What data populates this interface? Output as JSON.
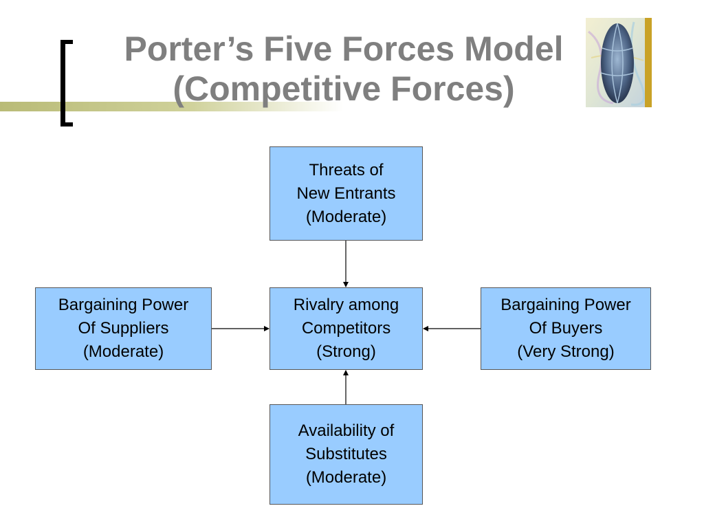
{
  "slide": {
    "title_line1": "Porter’s Five Forces Model",
    "title_line2": "(Competitive Forces)"
  },
  "diagram": {
    "top": {
      "line1": "Threats of",
      "line2": "New Entrants",
      "line3": "(Moderate)"
    },
    "center": {
      "line1": "Rivalry among",
      "line2": "Competitors",
      "line3": "(Strong)"
    },
    "left": {
      "line1": "Bargaining Power",
      "line2": "Of Suppliers",
      "line3": "(Moderate)"
    },
    "right": {
      "line1": "Bargaining Power",
      "line2": "Of Buyers",
      "line3": "(Very Strong)"
    },
    "bottom": {
      "line1": "Availability of",
      "line2": "Substitutes",
      "line3": "(Moderate)"
    }
  },
  "colors": {
    "box_fill": "#99ccff",
    "title_text": "#7f7f7f",
    "accent_bar": "#b9bb77",
    "logo_gold": "#c9a227"
  }
}
